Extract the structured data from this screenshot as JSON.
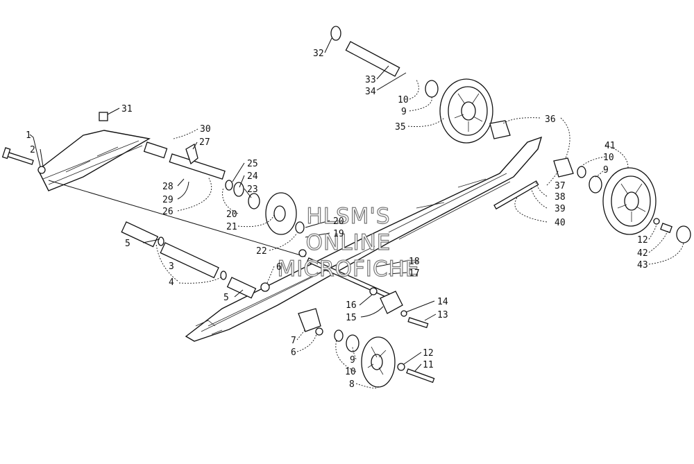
{
  "watermark": {
    "line1": "HLSM'S",
    "line2": "ONLINE",
    "line3": "MICROFICHE"
  },
  "callouts": [
    "1",
    "2",
    "3",
    "4",
    "5",
    "5",
    "6",
    "6",
    "7",
    "8",
    "9",
    "9",
    "9",
    "10",
    "10",
    "10",
    "11",
    "12",
    "12",
    "13",
    "14",
    "15",
    "16",
    "17",
    "18",
    "19",
    "20",
    "20",
    "21",
    "22",
    "23",
    "24",
    "25",
    "26",
    "27",
    "28",
    "29",
    "30",
    "31",
    "32",
    "33",
    "34",
    "35",
    "36",
    "37",
    "38",
    "39",
    "40",
    "41",
    "42",
    "43"
  ]
}
